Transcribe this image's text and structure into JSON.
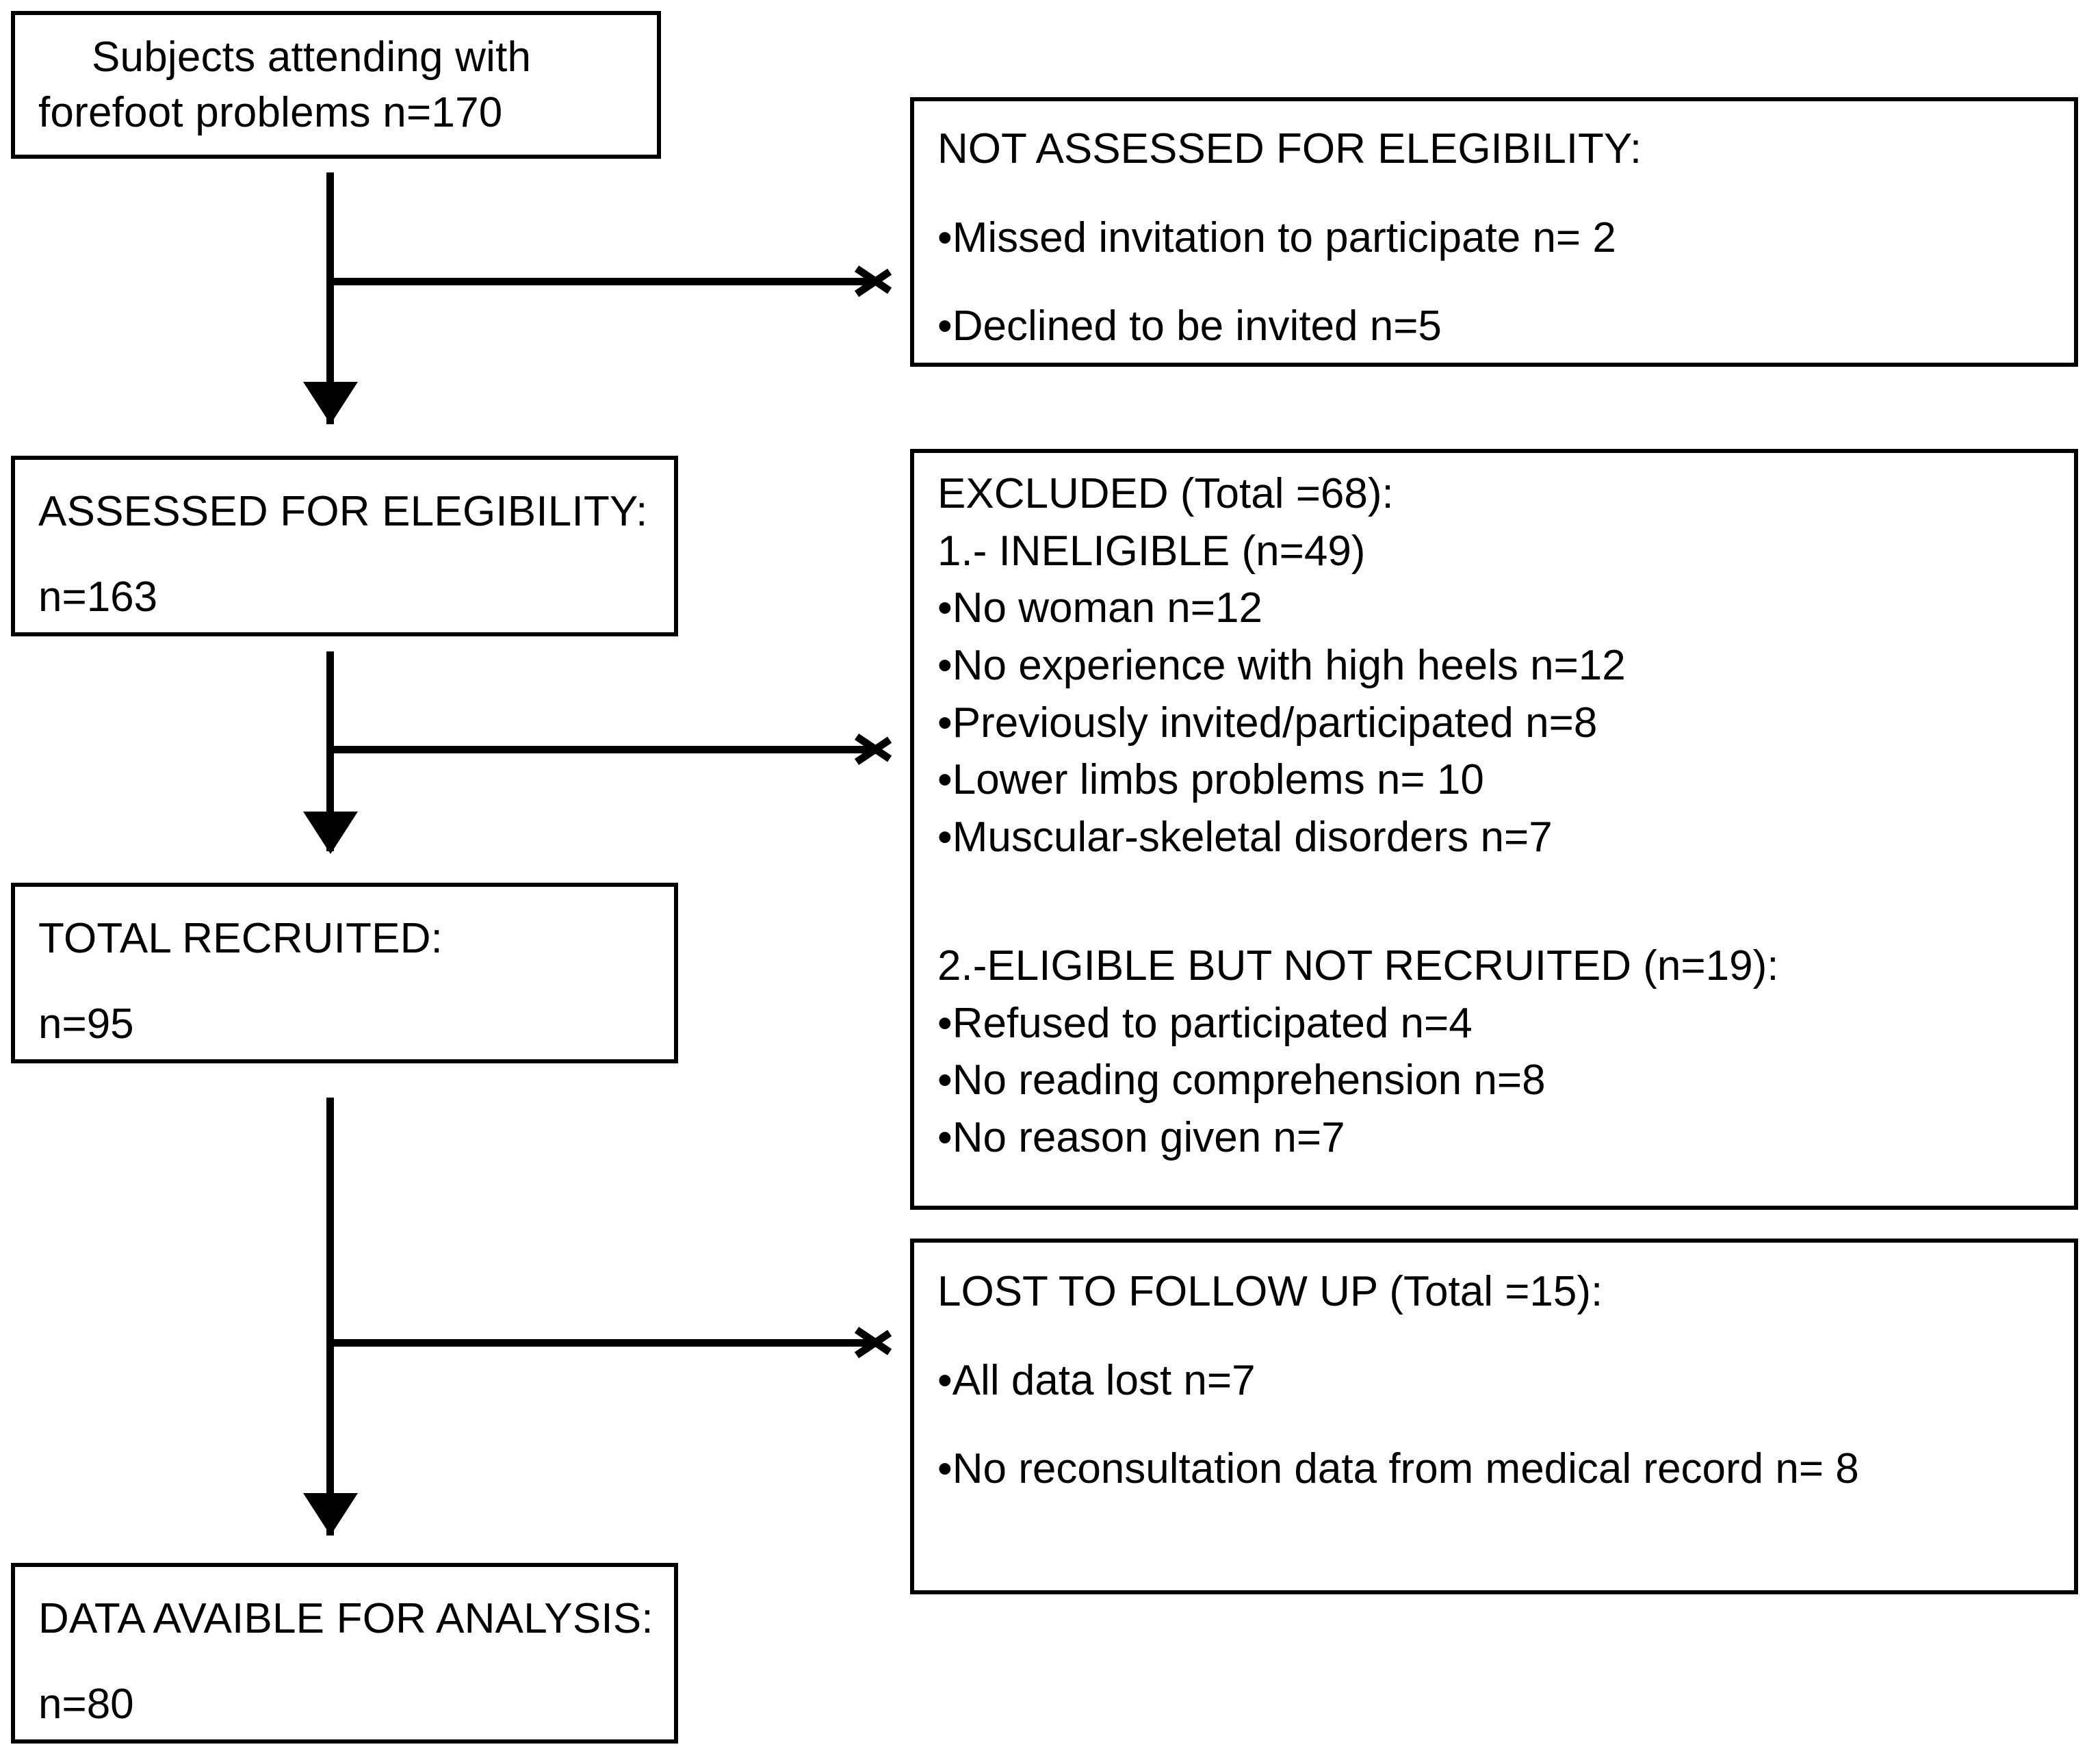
{
  "diagram": {
    "type": "flowchart",
    "title": "CONSORT-style participant flow diagram",
    "colors": {
      "stroke": "#000000",
      "background": "#ffffff",
      "text": "#000000"
    }
  },
  "boxes": {
    "subjects_attending": {
      "line1": "Subjects attending with",
      "line2": "forefoot problems  n=170",
      "count": 170
    },
    "not_assessed": {
      "heading": "NOT ASSESSED FOR ELEGIBILITY:",
      "items": [
        "•Missed invitation to participate  n= 2",
        "•Declined to be invited n=5"
      ],
      "counts": [
        2,
        5
      ]
    },
    "assessed": {
      "heading": "ASSESSED FOR ELEGIBILITY:",
      "count_label": "n=163",
      "count": 163
    },
    "excluded": {
      "heading": "EXCLUDED (Total =68):",
      "total": 68,
      "section1_heading": "1.- INELIGIBLE (n=49)",
      "section1_count": 49,
      "section1_items": [
        "•No woman  n=12",
        "•No experience with high heels  n=12",
        "•Previously invited/participated  n=8",
        "•Lower limbs problems  n= 10",
        "•Muscular-skeletal disorders  n=7"
      ],
      "section1_counts": [
        12,
        12,
        8,
        10,
        7
      ],
      "section2_heading": "2.-ELIGIBLE  BUT  NOT  RECRUITED (n=19):",
      "section2_count": 19,
      "section2_items": [
        "•Refused to participated  n=4",
        "•No reading comprehension  n=8",
        "•No reason given  n=7"
      ],
      "section2_counts": [
        4,
        8,
        7
      ]
    },
    "total_recruited": {
      "heading": "TOTAL  RECRUITED:",
      "count_label": "n=95",
      "count": 95
    },
    "lost_followup": {
      "heading": "LOST TO FOLLOW UP (Total =15):",
      "total": 15,
      "items": [
        "•All  data lost  n=7",
        "•No reconsultation data from medical record n= 8"
      ],
      "counts": [
        7,
        8
      ]
    },
    "data_available": {
      "heading": "DATA AVAIBLE FOR ANALYSIS:",
      "count_label": "n=80",
      "count": 80
    }
  }
}
